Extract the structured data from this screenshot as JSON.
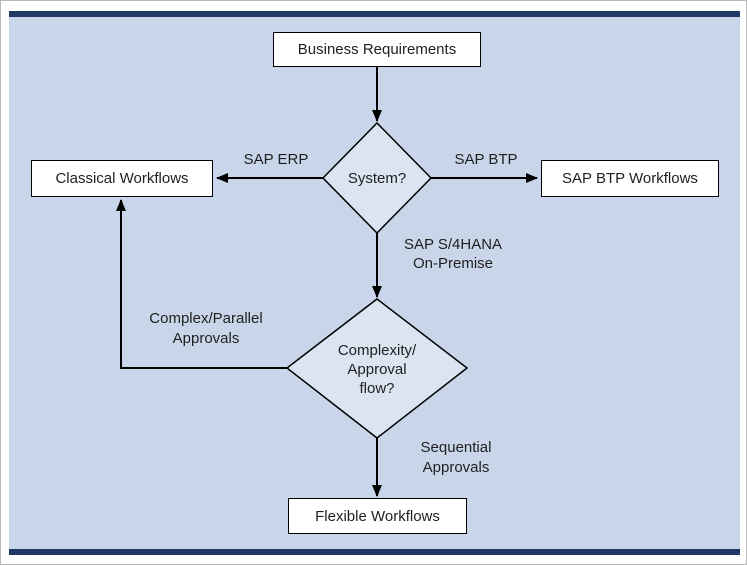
{
  "colors": {
    "background": "#c9d6ea",
    "bar": "#1f3864",
    "node_fill": "#ffffff",
    "diamond_fill": "#dbe5f2",
    "border": "#000000",
    "text": "#1f1f1f"
  },
  "nodes": {
    "business_requirements": {
      "label": "Business Requirements"
    },
    "classical_workflows": {
      "label": "Classical Workflows"
    },
    "sap_btp_workflows": {
      "label": "SAP BTP Workflows"
    },
    "flexible_workflows": {
      "label": "Flexible Workflows"
    },
    "system_decision": {
      "label": "System?"
    },
    "complexity_decision": {
      "line1": "Complexity/",
      "line2": "Approval",
      "line3": "flow?"
    }
  },
  "edges": {
    "sap_erp": {
      "label": "SAP ERP"
    },
    "sap_btp": {
      "label": "SAP BTP"
    },
    "s4hana": {
      "line1": "SAP S/4HANA",
      "line2": "On-Premise"
    },
    "complex_parallel": {
      "line1": "Complex/Parallel",
      "line2": "Approvals"
    },
    "sequential": {
      "line1": "Sequential",
      "line2": "Approvals"
    }
  }
}
